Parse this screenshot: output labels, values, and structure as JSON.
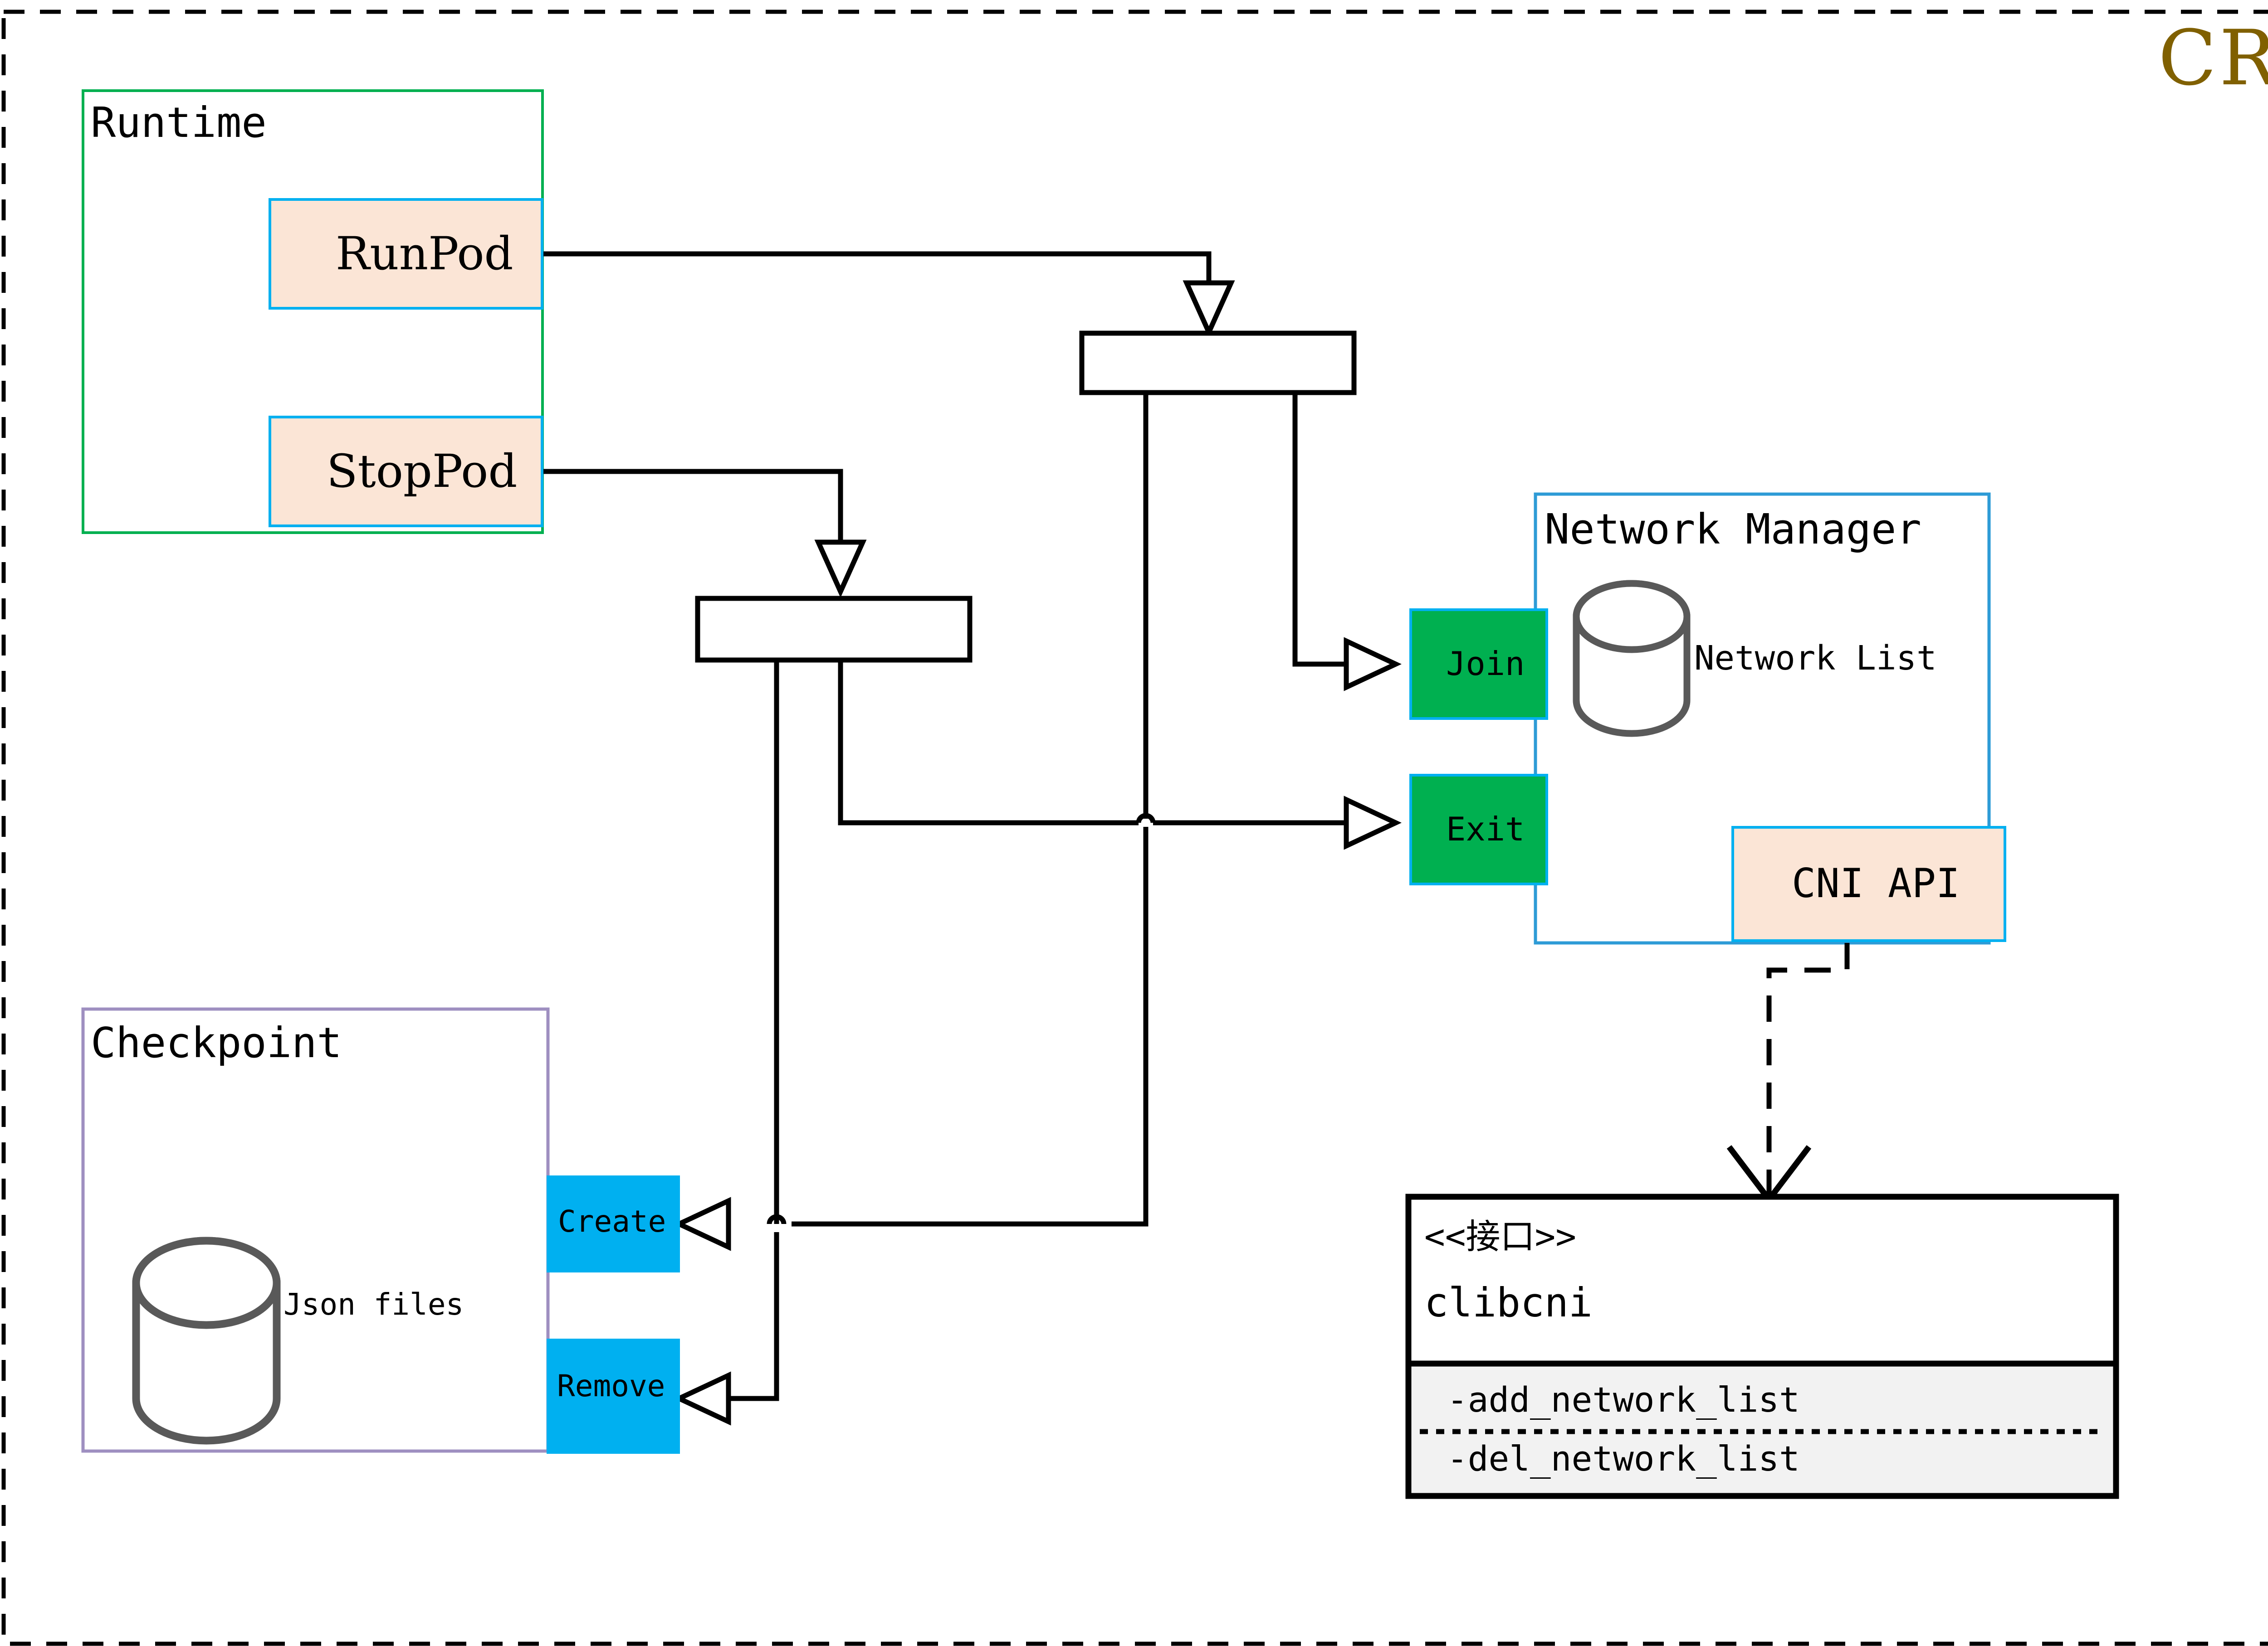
{
  "diagram": {
    "title": "CRI",
    "title_color": "#806000",
    "frame": {
      "style": "dashed",
      "color": "#000000"
    },
    "groups": [
      {
        "id": "runtime",
        "label": "Runtime",
        "border_color": "#00B050",
        "fill": "#FFFFFF"
      },
      {
        "id": "checkpoint",
        "label": "Checkpoint",
        "border_color": "#9E8FC0",
        "fill": "#FFFFFF",
        "store_label": "Json files"
      },
      {
        "id": "network-manager",
        "label": "Network Manager",
        "border_color": "#2E9BD6",
        "fill": "#FFFFFF",
        "store_label": "Network List"
      }
    ],
    "nodes": [
      {
        "id": "runpod",
        "label": "RunPod",
        "fill": "#FBE5D6",
        "border": "#00B0F0",
        "text_color": "#000000"
      },
      {
        "id": "stoppod",
        "label": "StopPod",
        "fill": "#FBE5D6",
        "border": "#00B0F0",
        "text_color": "#000000"
      },
      {
        "id": "join",
        "label": "Join",
        "fill": "#00B050",
        "border": "#00B0F0",
        "text_color": "#000000"
      },
      {
        "id": "exit",
        "label": "Exit",
        "fill": "#00B050",
        "border": "#00B0F0",
        "text_color": "#000000"
      },
      {
        "id": "cni-api",
        "label": "CNI API",
        "fill": "#FBE5D6",
        "border": "#00B0F0",
        "text_color": "#000000"
      },
      {
        "id": "create",
        "label": "Create",
        "fill": "#00B0F0",
        "border": "#00B0F0",
        "text_color": "#000000"
      },
      {
        "id": "remove",
        "label": "Remove",
        "fill": "#00B0F0",
        "border": "#00B0F0",
        "text_color": "#000000"
      }
    ],
    "junctions": [
      {
        "id": "junction-upper",
        "fill": "#FFFFFF",
        "border": "#000000"
      },
      {
        "id": "junction-lower",
        "fill": "#FFFFFF",
        "border": "#000000"
      }
    ],
    "interface": {
      "stereotype": "<<接口>>",
      "name": "clibcni",
      "methods": [
        "-add_network_list",
        "-del_network_list"
      ],
      "border": "#000000",
      "header_fill": "#FFFFFF",
      "methods_fill": "#F2F2F2"
    },
    "edges": [
      {
        "from": "runpod",
        "to": "junction-upper",
        "style": "solid",
        "arrow": "hollow-triangle"
      },
      {
        "from": "stoppod",
        "to": "junction-lower",
        "style": "solid",
        "arrow": "hollow-triangle"
      },
      {
        "from": "junction-upper",
        "to": "join",
        "style": "solid",
        "arrow": "hollow-triangle"
      },
      {
        "from": "junction-upper",
        "to": "create",
        "style": "solid",
        "arrow": "hollow-triangle"
      },
      {
        "from": "junction-lower",
        "to": "exit",
        "style": "solid",
        "arrow": "hollow-triangle"
      },
      {
        "from": "junction-lower",
        "to": "remove",
        "style": "solid",
        "arrow": "hollow-triangle"
      },
      {
        "from": "cni-api",
        "to": "clibcni",
        "style": "dashed",
        "arrow": "open-v"
      }
    ]
  }
}
